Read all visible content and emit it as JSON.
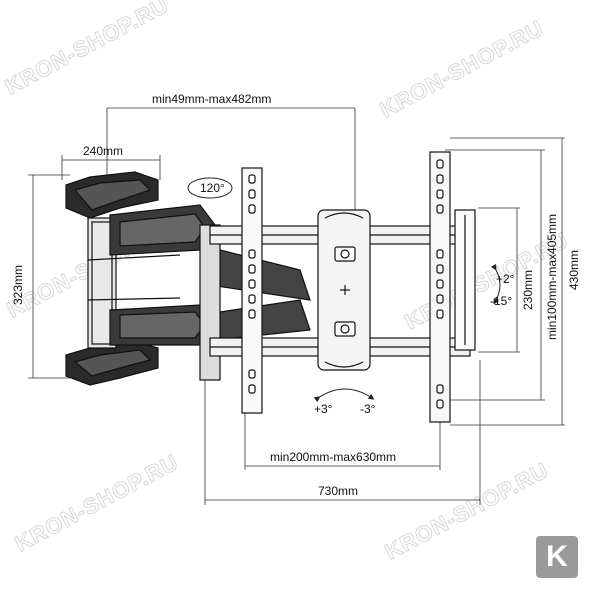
{
  "watermark": {
    "text": "KRON-SHOP.RU"
  },
  "logo": {
    "letter": "K",
    "color": "#9a9a9a"
  },
  "dimensions": {
    "arm_extension": "min49mm-max482mm",
    "wall_plate_width": "240mm",
    "wall_plate_height": "323mm",
    "swivel_angle": "120°",
    "tilt_up": "+2°",
    "tilt_down": "-15°",
    "vesa_vertical_min": "230mm",
    "vesa_vertical_range": "min100mm-max405mm",
    "bracket_height": "430mm",
    "level_plus": "+3°",
    "level_minus": "-3°",
    "vesa_horizontal_range": "min200mm-max630mm",
    "total_width": "730mm"
  }
}
